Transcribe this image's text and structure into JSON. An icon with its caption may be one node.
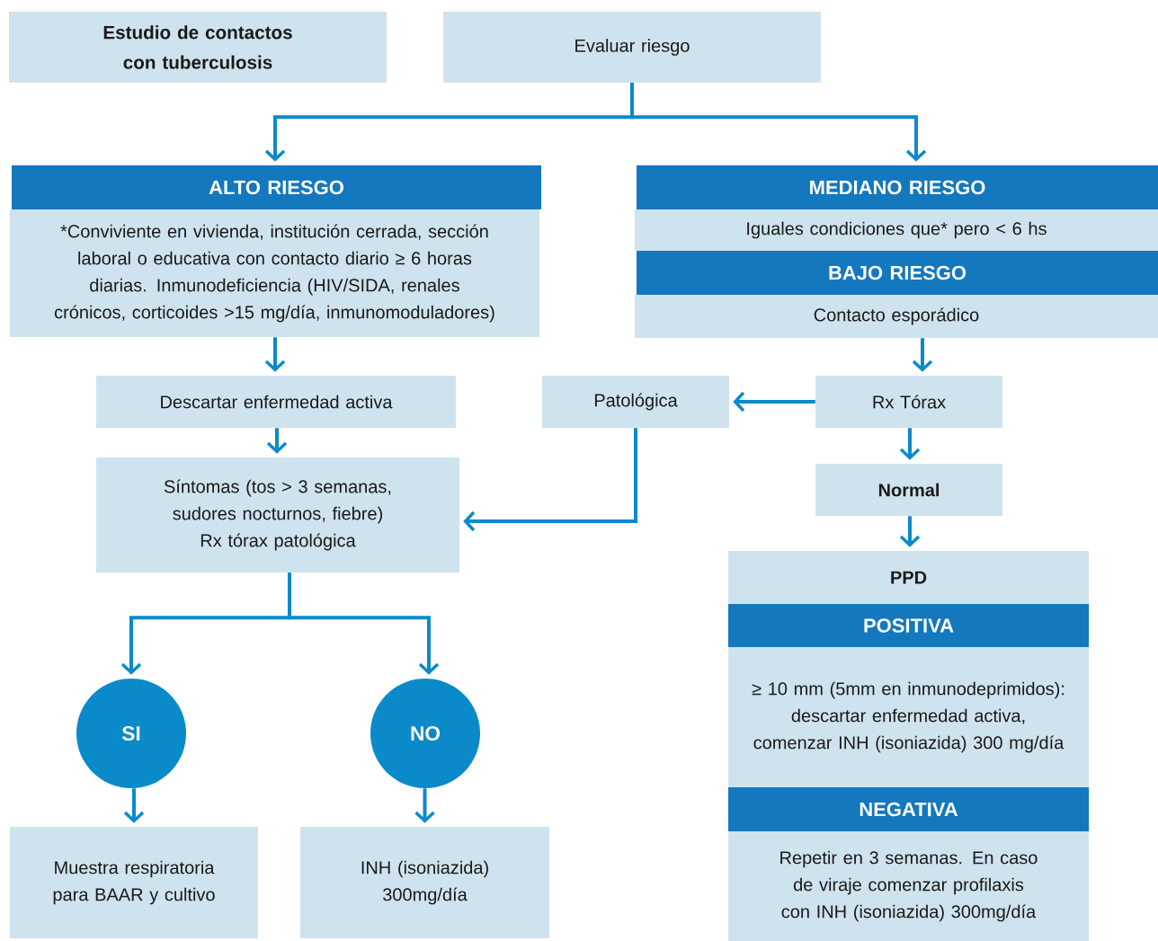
{
  "diagram": {
    "nodes": [
      {
        "text": [
          "Estudio de contactos con tuberculosis"
        ]
      },
      {
        "text": [
          "Evaluar riesgo"
        ]
      },
      {
        "text": [
          "ALTO RIESGO"
        ]
      },
      {
        "text": [
          "*Conviviente en vivienda, institución cerrada, sección laboral o educativa con contacto diario ≥ 6 horas diarias. Inmunodeficiencia (HIV/SIDA, renales crónicos, corticoides >15 mg/día, inmunomoduladores)"
        ]
      },
      {
        "text": [
          "MEDIANO RIESGO"
        ]
      },
      {
        "text": [
          "Iguales condiciones que* pero < 6 hs"
        ]
      },
      {
        "text": [
          "BAJO RIESGO"
        ]
      },
      {
        "text": [
          "Contacto esporádico"
        ]
      },
      {
        "text": [
          "Descartar enfermedad activa"
        ]
      },
      {
        "text": [
          "Patológica"
        ]
      },
      {
        "text": [
          "Rx Tórax"
        ]
      },
      {
        "text": [
          "Síntomas (tos > 3 semanas, sudores nocturnos, fiebre)",
          "Rx tórax patológica"
        ]
      },
      {
        "text": [
          "Normal"
        ]
      },
      {
        "text": [
          "PPD"
        ]
      },
      {
        "text": [
          "POSITIVA"
        ]
      },
      {
        "text": [
          "≥ 10 mm (5mm en inmunodeprimidos): descartar enfermedad activa, comenzar INH (isoniazida) 300 mg/día"
        ]
      },
      {
        "text": [
          "SI"
        ]
      },
      {
        "text": [
          "NO"
        ]
      },
      {
        "text": [
          "NEGATIVA"
        ]
      },
      {
        "text": [
          "Repetir en 3 semanas. En caso de viraje comenzar profilaxis con INH (isoniazida) 300mg/día"
        ]
      },
      {
        "text": [
          "Muestra respiratoria para BAAR y cultivo"
        ]
      },
      {
        "text": [
          "INH (isoniazida) 300mg/día"
        ]
      }
    ],
    "edges": [
      {
        "from": 1,
        "to": 2,
        "arrow": "to"
      },
      {
        "from": 1,
        "to": 4,
        "arrow": "to"
      },
      {
        "from": 3,
        "to": 8,
        "arrow": "to"
      },
      {
        "from": 7,
        "to": 10,
        "arrow": "to"
      },
      {
        "from": 10,
        "to": 9,
        "arrow": "to"
      },
      {
        "from": 8,
        "to": 11,
        "arrow": "to"
      },
      {
        "from": 9,
        "to": 11,
        "arrow": "to"
      },
      {
        "from": 10,
        "to": 12,
        "arrow": "to"
      },
      {
        "from": 12,
        "to": 13,
        "arrow": "to"
      },
      {
        "from": 11,
        "to": 16,
        "arrow": "to"
      },
      {
        "from": 11,
        "to": 17,
        "arrow": "to"
      },
      {
        "from": 16,
        "to": 20,
        "arrow": "to"
      },
      {
        "from": 17,
        "to": 21,
        "arrow": "to"
      }
    ]
  }
}
